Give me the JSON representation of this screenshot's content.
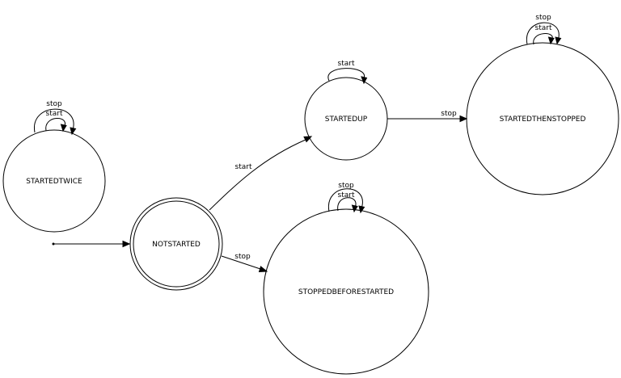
{
  "diagram": {
    "states": {
      "not_started": "NOTSTARTED",
      "started_twice": "STARTEDTWICE",
      "started_up": "STARTEDUP",
      "started_then_stopped": "STARTEDTHENSTOPPED",
      "stopped_before_started": "STOPPEDBEFORESTARTED"
    },
    "initial_state": "NOTSTARTED",
    "transitions": [
      {
        "from": "NOTSTARTED",
        "to": "STARTEDUP",
        "label": "start"
      },
      {
        "from": "NOTSTARTED",
        "to": "STOPPEDBEFORESTARTED",
        "label": "stop"
      },
      {
        "from": "STARTEDUP",
        "to": "STARTEDTHENSTOPPED",
        "label": "stop"
      },
      {
        "from": "STARTEDUP",
        "to": "STARTEDUP",
        "label": "start"
      },
      {
        "from": "STARTEDTHENSTOPPED",
        "to": "STARTEDTHENSTOPPED",
        "label": "start"
      },
      {
        "from": "STARTEDTHENSTOPPED",
        "to": "STARTEDTHENSTOPPED",
        "label": "stop"
      },
      {
        "from": "STOPPEDBEFORESTARTED",
        "to": "STOPPEDBEFORESTARTED",
        "label": "start"
      },
      {
        "from": "STOPPEDBEFORESTARTED",
        "to": "STOPPEDBEFORESTARTED",
        "label": "stop"
      },
      {
        "from": "STARTEDTWICE",
        "to": "STARTEDTWICE",
        "label": "start"
      },
      {
        "from": "STARTEDTWICE",
        "to": "STARTEDTWICE",
        "label": "stop"
      }
    ]
  }
}
